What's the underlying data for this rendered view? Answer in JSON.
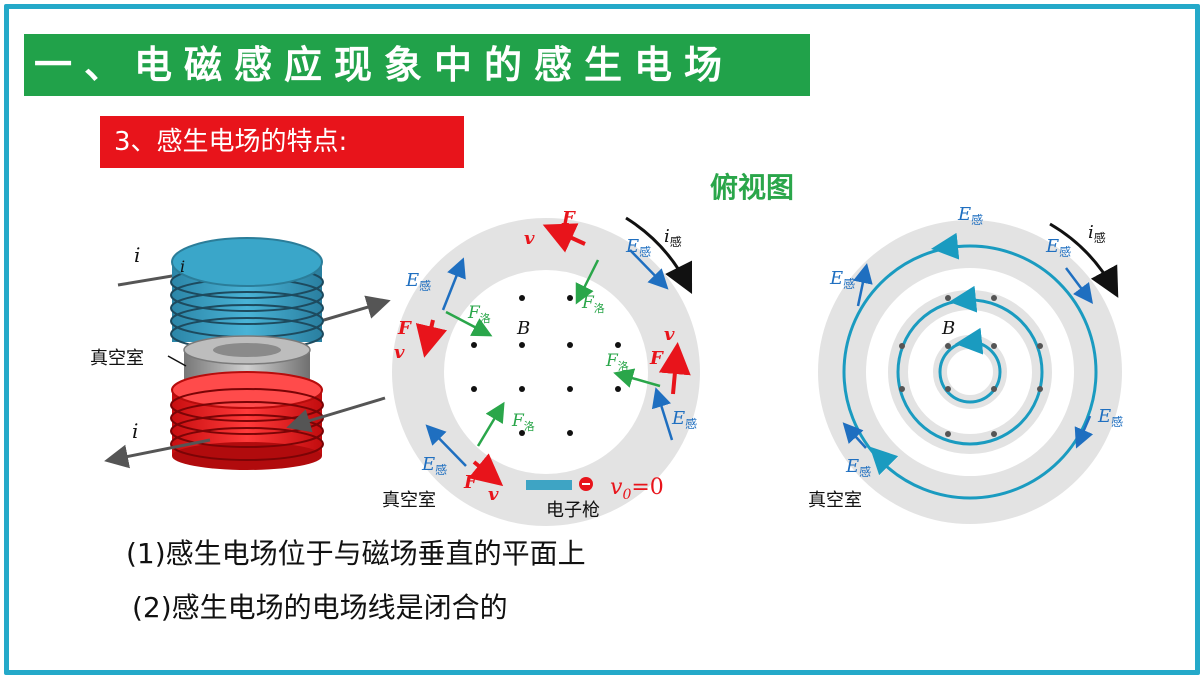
{
  "title": "一、电磁感应现象中的感生电场",
  "subtitle": "3、感生电场的特点:",
  "view_label": "俯视图",
  "labels": {
    "i": "i",
    "vacuum_chamber": "真空室",
    "electron_gun": "电子枪",
    "v0": "v",
    "v0_sub": "0",
    "v0_eq": "=0",
    "E": "E",
    "E_sub": "感",
    "F": "F",
    "F_luo_sub": "洛",
    "v": "v",
    "B": "B",
    "i_gan": "i",
    "i_gan_sub": "感"
  },
  "points": [
    "(1)感生电场位于与磁场垂直的平面上",
    "(2)感生电场的电场线是闭合的"
  ],
  "colors": {
    "frame": "#24a9c9",
    "title_bg": "#21a24a",
    "subtitle_bg": "#e8141b",
    "E_blue": "#1f6fc0",
    "F_red": "#e8141b",
    "F_luo_green": "#2aa64a",
    "ring_gray": "#e3e3e3",
    "field_line": "#1a9bc0"
  }
}
